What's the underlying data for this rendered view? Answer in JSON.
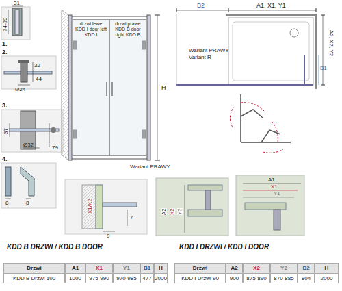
{
  "diagram": {
    "nodes": [
      {
        "text": [
          "drzwi lewe KDD I door left KDD I"
        ]
      },
      {
        "text": [
          "drzwi prawe KDD B door right KDD B"
        ]
      }
    ],
    "labels": [
      "1.",
      "31",
      "74-89",
      "2.",
      "32",
      "44",
      "Ø24",
      "3.",
      "37",
      "79",
      "Ø32",
      "4.",
      "8",
      "8",
      "H",
      "Wariant PRAWY",
      "B2",
      "A1, X1, Y1",
      "A2, X2, Y2",
      "B1",
      "Wariant PRAWY",
      "Variant R",
      "X1/X2",
      "7",
      "9",
      "A2",
      "X2",
      "Y2",
      "A1",
      "X1",
      "Y1",
      "KDD B DRZWI / KDD B DOOR",
      "Drzwi",
      "A1",
      "X1",
      "Y1",
      "B1",
      "H",
      "KDD B Drzwi 100",
      "1000",
      "975-990",
      "970-985",
      "477",
      "2000",
      "KDD I DRZWI / KDD I DOOR",
      "Drzwi",
      "A2",
      "X2",
      "Y2",
      "B2",
      "H",
      "KDD I Drzwi 90",
      "900",
      "875-890",
      "870-885",
      "804",
      "2000"
    ]
  }
}
